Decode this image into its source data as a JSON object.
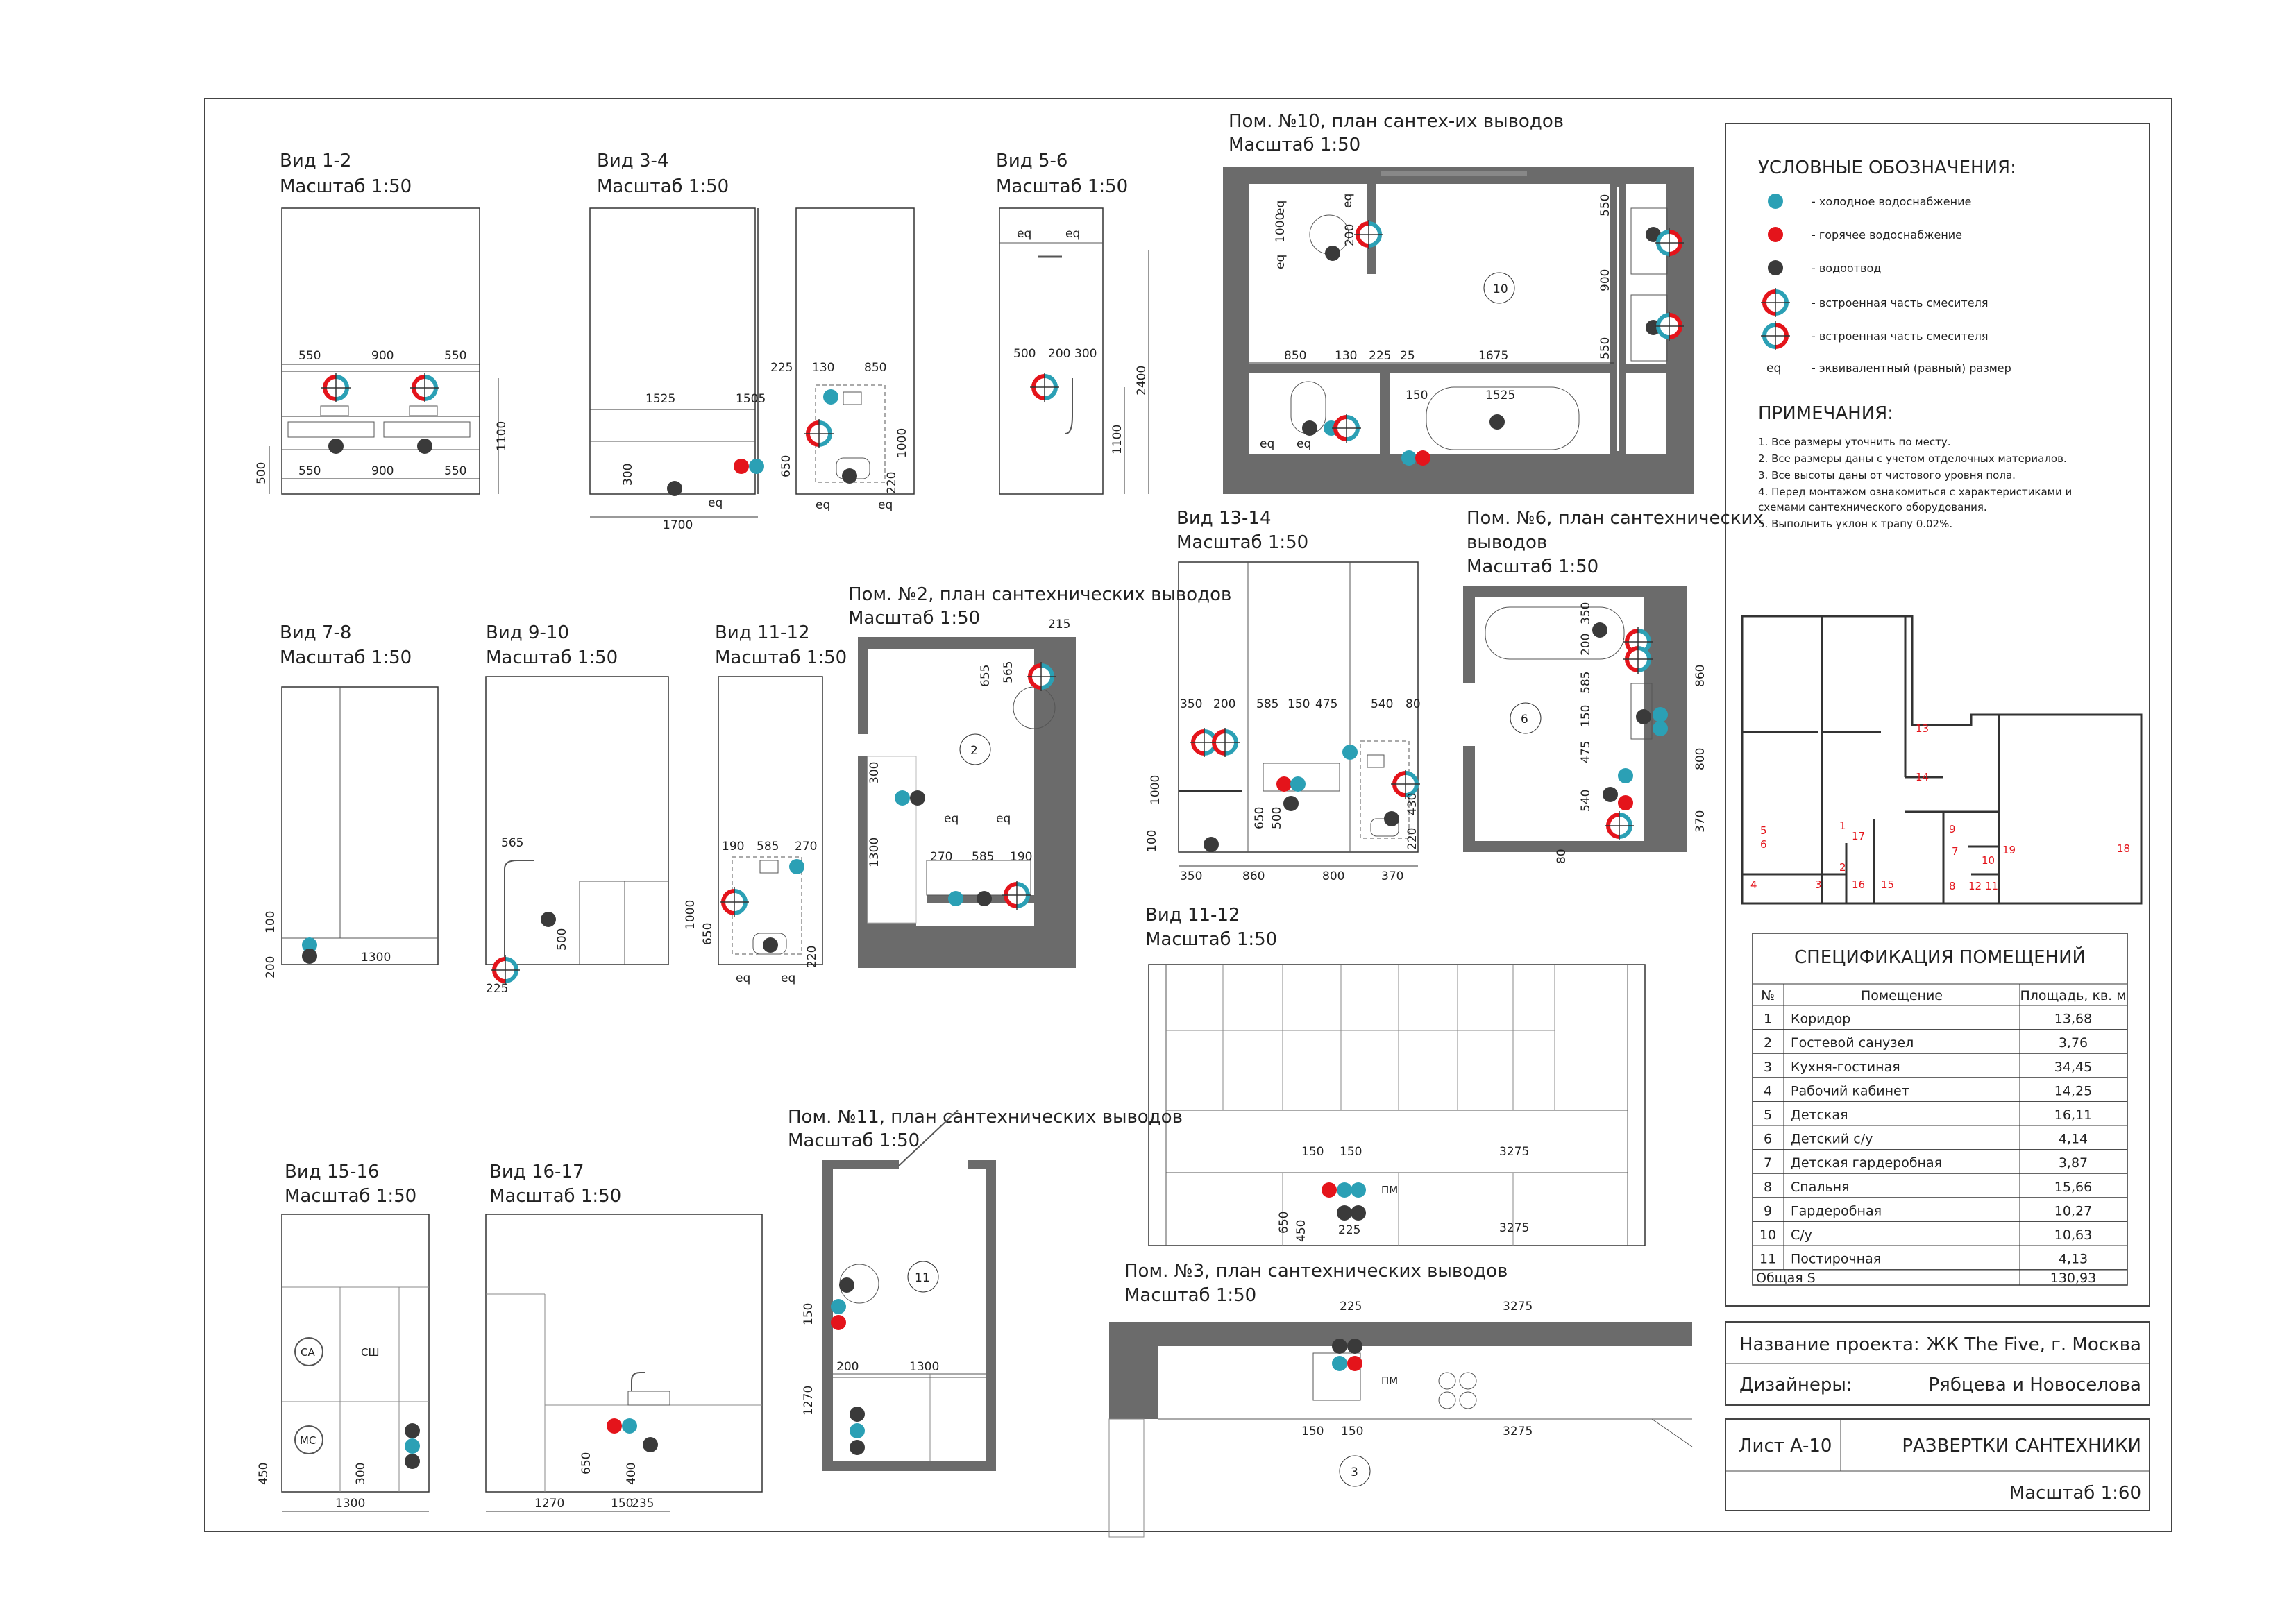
{
  "colors": {
    "cold": "#2ba0b5",
    "hot": "#e4141b",
    "drain": "#3a3a3a",
    "wall": "#6b6b6b",
    "line": "#333333"
  },
  "views": [
    {
      "title": "Вид 1-2",
      "scale": "Масштаб 1:50"
    },
    {
      "title": "Вид 3-4",
      "scale": "Масштаб 1:50"
    },
    {
      "title": "Вид 5-6",
      "scale": "Масштаб 1:50"
    },
    {
      "title": "Вид 7-8",
      "scale": "Масштаб 1:50"
    },
    {
      "title": "Вид 9-10",
      "scale": "Масштаб 1:50"
    },
    {
      "title": "Вид 11-12",
      "scale": "Масштаб 1:50"
    },
    {
      "title": "Вид 13-14",
      "scale": "Масштаб 1:50"
    },
    {
      "title": "Вид 11-12",
      "scale": "Масштаб 1:50"
    },
    {
      "title": "Вид 15-16",
      "scale": "Масштаб 1:50"
    },
    {
      "title": "Вид 16-17",
      "scale": "Масштаб 1:50"
    }
  ],
  "plans": [
    {
      "title": "Пом. №10, план сантех-их выводов",
      "scale": "Масштаб 1:50",
      "room": "10"
    },
    {
      "title": "Пом. №2, план сантехнических выводов",
      "scale": "Масштаб 1:50",
      "room": "2"
    },
    {
      "title": "Пом. №6, план сантехнических",
      "title2": "выводов",
      "scale": "Масштаб 1:50",
      "room": "6"
    },
    {
      "title": "Пом. №11, план сантехнических выводов",
      "scale": "Масштаб 1:50",
      "room": "11"
    },
    {
      "title": "Пом. №3, план сантехнических выводов",
      "scale": "Масштаб 1:50",
      "room": "3"
    }
  ],
  "labels": {
    "eq": "eq",
    "pm": "ПМ",
    "sa": "СА",
    "ssh": "СШ",
    "ms": "МС"
  },
  "dims": {
    "v12": [
      "550",
      "900",
      "550",
      "1100",
      "500"
    ],
    "v34": [
      "1525",
      "1505",
      "1700",
      "300",
      "eq",
      "225",
      "130",
      "850",
      "650",
      "1000",
      "220"
    ],
    "v56": [
      "500",
      "200",
      "300",
      "2400",
      "1100"
    ],
    "v78": [
      "1300",
      "100",
      "200"
    ],
    "v910": [
      "565",
      "500",
      "225"
    ],
    "v1112": [
      "190",
      "585",
      "270",
      "1000",
      "650",
      "220"
    ],
    "p10": [
      "1000",
      "200",
      "850",
      "130",
      "225",
      "25",
      "1675",
      "150",
      "1525",
      "550",
      "900"
    ],
    "p2": [
      "215",
      "655",
      "565",
      "300",
      "1300",
      "270",
      "585",
      "190"
    ],
    "v1314": [
      "350",
      "200",
      "585",
      "150",
      "475",
      "540",
      "80",
      "1000",
      "650",
      "500",
      "430",
      "220",
      "100",
      "860",
      "800",
      "370"
    ],
    "p6": [
      "350",
      "200",
      "585",
      "150",
      "475",
      "540",
      "860",
      "800",
      "370",
      "80"
    ],
    "vk": [
      "150",
      "3275",
      "650",
      "450",
      "225"
    ],
    "p11": [
      "150",
      "200",
      "1300",
      "1270"
    ],
    "p3": [
      "225",
      "3275",
      "150"
    ],
    "v1516": [
      "1300",
      "450",
      "300"
    ],
    "v1617": [
      "1270",
      "150",
      "235",
      "650",
      "400"
    ]
  },
  "legend": {
    "title": "УСЛОВНЫЕ ОБОЗНАЧЕНИЯ:",
    "items": [
      "- холодное водоснабжение",
      "- горячее водоснабжение",
      "- водоотвод",
      "- встроенная часть смесителя",
      "- встроенная часть смесителя",
      "- эквивалентный (равный) размер"
    ]
  },
  "notes": {
    "title": "ПРИМЕЧАНИЯ:",
    "items": [
      "1. Все размеры уточнить по месту.",
      "2. Все размеры даны с учетом отделочных материалов.",
      "3. Все высоты даны от чистового уровня пола.",
      "4. Перед монтажом ознакомиться с характеристиками и",
      "схемами сантехнического оборудования.",
      "5. Выполнить уклон к трапу 0.02%."
    ]
  },
  "keyplan_numbers": [
    "13",
    "14",
    "5",
    "6",
    "17",
    "1",
    "2",
    "3",
    "16",
    "15",
    "4",
    "7",
    "9",
    "10",
    "19",
    "18",
    "8",
    "12",
    "11"
  ],
  "spec": {
    "title": "СПЕЦИФИКАЦИЯ ПОМЕЩЕНИЙ",
    "headers": [
      "№",
      "Помещение",
      "Площадь, кв. м"
    ],
    "rows": [
      [
        "1",
        "Коридор",
        "13,68"
      ],
      [
        "2",
        "Гостевой санузел",
        "3,76"
      ],
      [
        "3",
        "Кухня-гостиная",
        "34,45"
      ],
      [
        "4",
        "Рабочий кабинет",
        "14,25"
      ],
      [
        "5",
        "Детская",
        "16,11"
      ],
      [
        "6",
        "Детский с/у",
        "4,14"
      ],
      [
        "7",
        "Детская гардеробная",
        "3,87"
      ],
      [
        "8",
        "Спальня",
        "15,66"
      ],
      [
        "9",
        "Гардеробная",
        "10,27"
      ],
      [
        "10",
        "С/у",
        "10,63"
      ],
      [
        "11",
        "Постирочная",
        "4,13"
      ]
    ],
    "total_label": "Общая S",
    "total_value": "130,93"
  },
  "stamp": {
    "project_label": "Название проекта:",
    "project_value": "ЖК The Five, г. Москва",
    "designers_label": "Дизайнеры:",
    "designers_value": "Рябцева и Новоселова",
    "sheet": "Лист А-10",
    "sheet_title": "РАЗВЕРТКИ САНТЕХНИКИ",
    "scale": "Масштаб 1:60"
  }
}
